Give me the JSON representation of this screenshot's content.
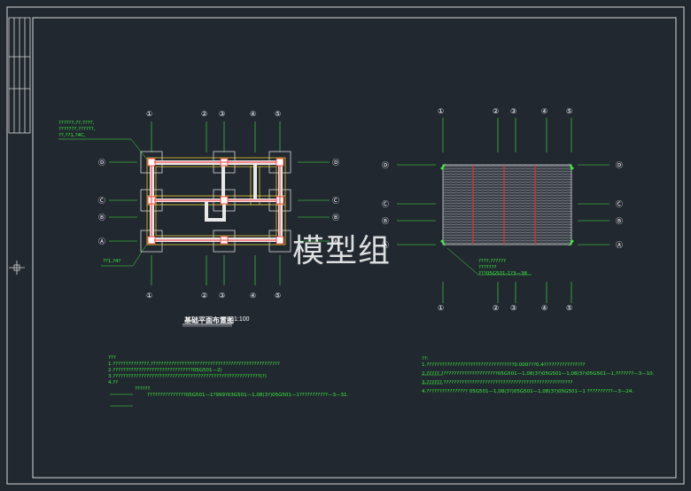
{
  "watermark": "模型组",
  "left_plan": {
    "title": "基础平面布置图",
    "scale": "1:100",
    "col_labels": [
      "①",
      "②",
      "③",
      "④",
      "⑤"
    ],
    "row_labels": [
      "Ⓓ",
      "Ⓒ",
      "Ⓑ",
      "Ⓐ"
    ],
    "callout_top": [
      "??????,??,????,",
      "???????,??????,",
      "??,??1,?4C,"
    ],
    "callout_bottom": "??1,?4?"
  },
  "right_plan": {
    "col_labels": [
      "①",
      "②",
      "③",
      "④",
      "⑤"
    ],
    "row_labels": [
      "Ⓓ",
      "Ⓒ",
      "Ⓑ",
      "Ⓐ"
    ],
    "callout": [
      "????,??????",
      "???????",
      "???05G501-1?3—38"
    ]
  },
  "notes_left": [
    "???",
    "1.??????????????,??????????????????????????????????????????????????",
    "2.???????????????????????????????05G501—2)",
    "3.?????????????????????????????????????????????????????????(?)",
    "4.??",
    "??????",
    "???????????????05G501—1?999?03G501—1,08(3?)05G501—1???????????—3—31."
  ],
  "notes_right": [
    "??:",
    "1.??????????????????????????????????0.000???0.4????????????????",
    "2.?????  ??????????????????????05G501—1,08(3?)05G501—1,08(3?)05G501—1,???????—3—10.",
    "3.?????? ??????????????????????????????????????????????????",
    "4.???????????????? 05G501—1,08(3?)05G501—1,08(3?)05G501—1  ??????????—3—24."
  ],
  "colors": {
    "background": "#212830",
    "border": "#d8d8d8",
    "wall_red": "#ff2a2a",
    "slab_yellow": "#ffdc32",
    "axis_green": "#3cf03c",
    "axis_text": "#ffffff"
  }
}
